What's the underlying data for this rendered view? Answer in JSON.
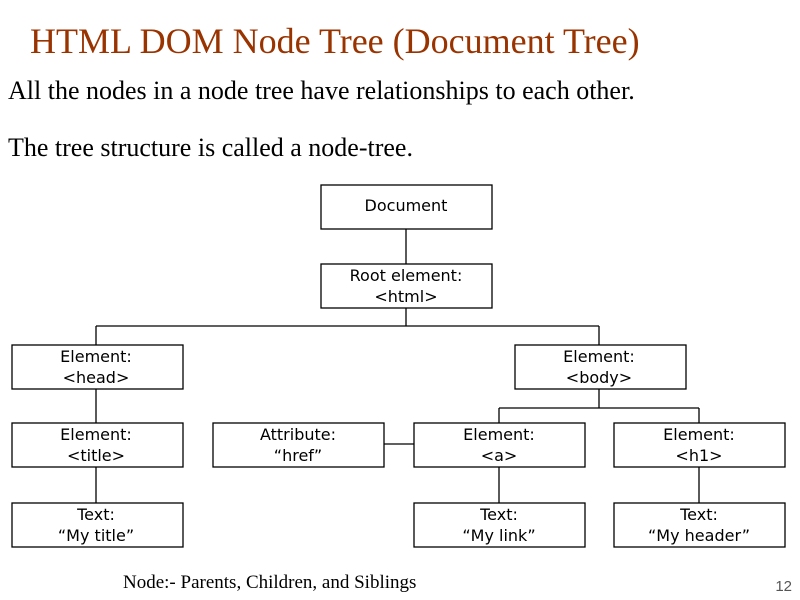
{
  "slide": {
    "title": "HTML DOM Node Tree (Document Tree)",
    "line1": "All the nodes in a node tree have relationships to each other.",
    "line2": "The tree structure is called a node-tree.",
    "caption": "Node:- Parents, Children, and Siblings",
    "number": "12",
    "title_color": "#993300"
  },
  "tree": {
    "document": [
      "Document"
    ],
    "root": [
      "Root element:",
      "<html>"
    ],
    "head": [
      "Element:",
      "<head>"
    ],
    "body": [
      "Element:",
      "<body>"
    ],
    "title_el": [
      "Element:",
      "<title>"
    ],
    "attr": [
      "Attribute:",
      "“href”"
    ],
    "a": [
      "Element:",
      "<a>"
    ],
    "h1": [
      "Element:",
      "<h1>"
    ],
    "text_title": [
      "Text:",
      "“My title”"
    ],
    "text_link": [
      "Text:",
      "“My link”"
    ],
    "text_header": [
      "Text:",
      "“My header”"
    ]
  }
}
